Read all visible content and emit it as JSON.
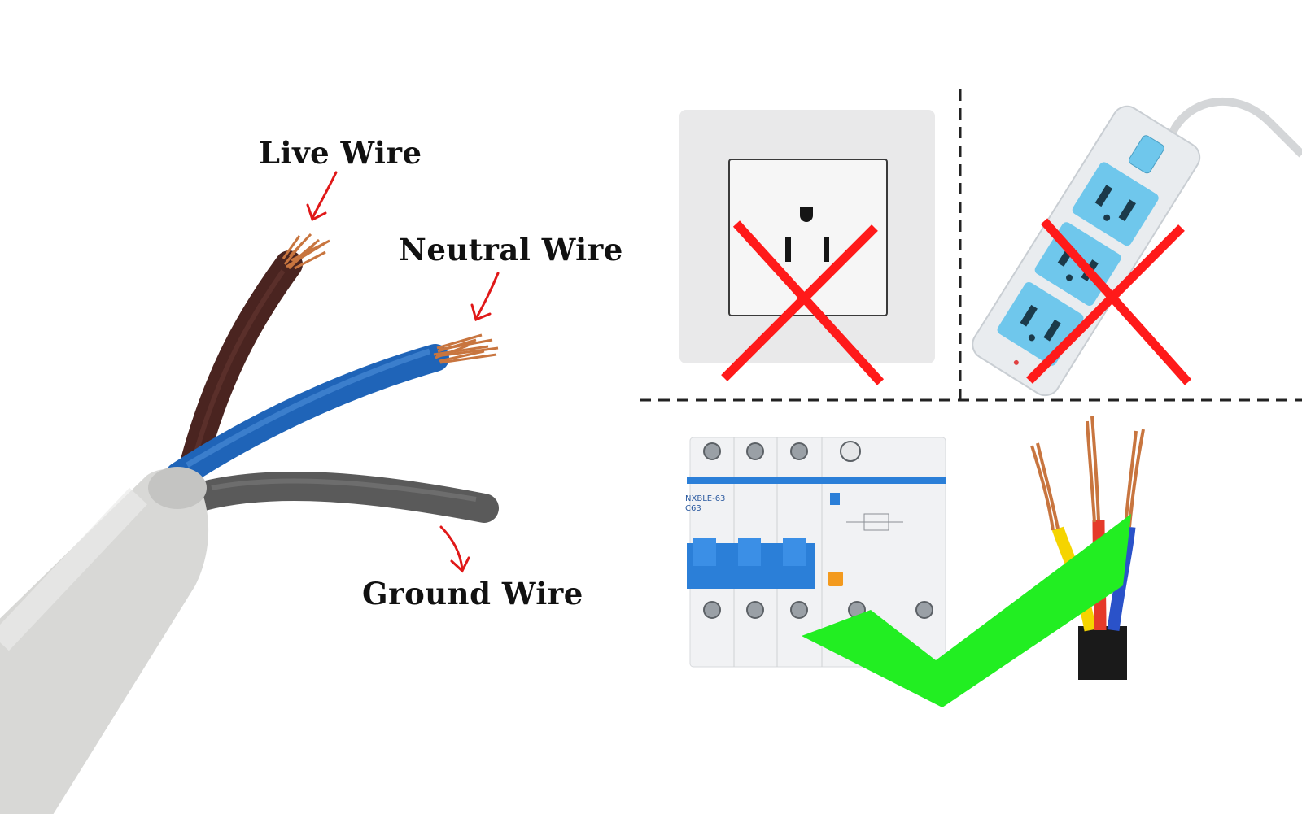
{
  "labels": {
    "live": "Live Wire",
    "neutral": "Neutral Wire",
    "ground": "Ground Wire"
  },
  "breaker": {
    "model": "NXBLE-63",
    "rating": "C63"
  },
  "panels": [
    {
      "name": "wall-socket",
      "verdict": "incorrect"
    },
    {
      "name": "power-strip",
      "verdict": "incorrect"
    },
    {
      "name": "breaker-and-cable",
      "verdict": "correct"
    }
  ],
  "colors": {
    "live": "#4a2420",
    "neutral": "#1f64b8",
    "ground": "#5a5a5a",
    "sheath": "#d8d8d6",
    "copper": "#c8753f",
    "arrow": "#e01818",
    "cross": "#ff1a1a",
    "check": "#22ee22",
    "breaker_blue": "#2b7fd8",
    "socket_blue": "#6fc7ec"
  }
}
